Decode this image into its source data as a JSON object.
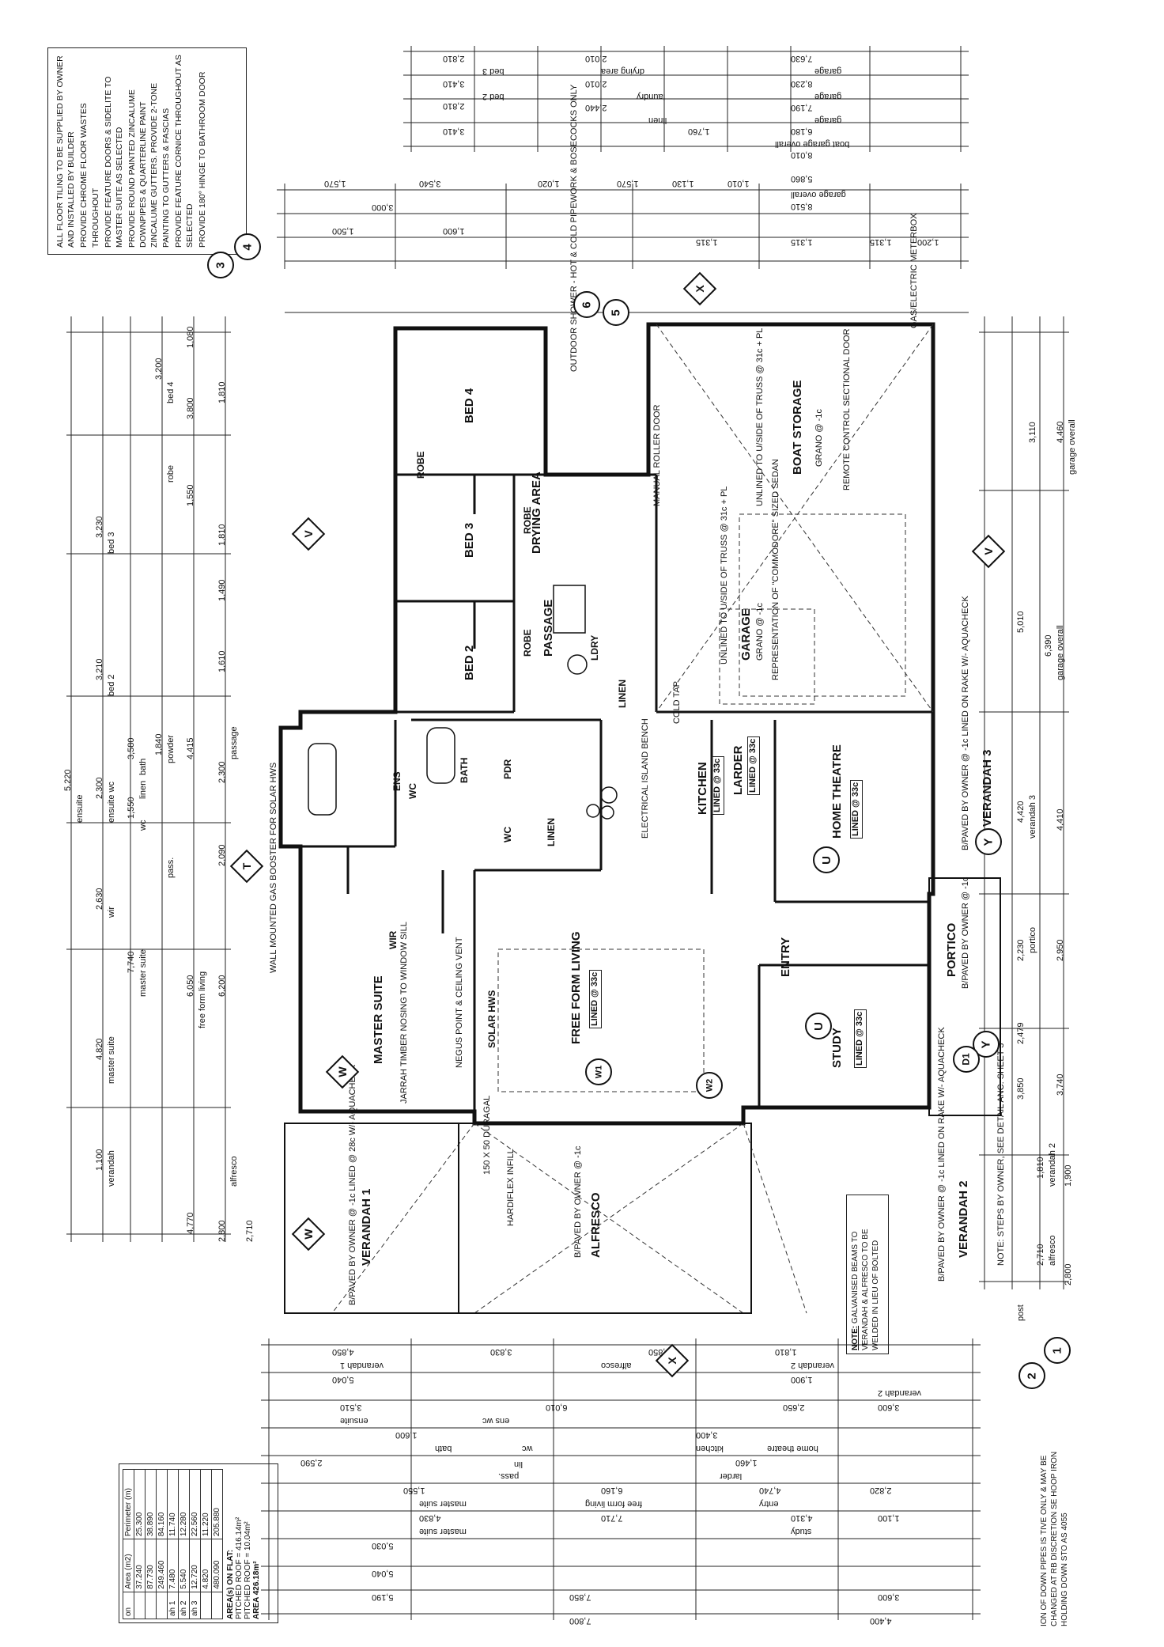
{
  "notes": [
    "ALL FLOOR TILING TO BE SUPPLIED BY OWNER AND INSTALLED BY BUILDER",
    "PROVIDE CHROME FLOOR WASTES THROUGHOUT",
    "PROVIDE FEATURE DOORS & SIDELITE TO MASTER SUITE AS SELECTED",
    "PROVIDE ROUND PAINTED ZINCALUME DOWNPIPES & QUARTERLINE PAINT ZINCALUME GUTTERS. PROVIDE 2-TONE PAINTING TO GUTTERS & FASCIAS",
    "PROVIDE FEATURE CORNICE THROUGHOUT AS SELECTED",
    "PROVIDE 180° HINGE TO BATHROOM DOOR"
  ],
  "rooms": {
    "bed4": "BED 4",
    "bed3": "BED 3",
    "bed2": "BED 2",
    "robe": "ROBE",
    "drying": "DRYING AREA",
    "passage": "PASSAGE",
    "boat_storage": "BOAT STORAGE",
    "boat_storage_floor": "GRANO @ -1c",
    "garage": "GARAGE",
    "garage_floor": "GRANO @ -1c",
    "bath": "BATH",
    "pdr": "PDR",
    "ens": "ENS",
    "wc": "WC",
    "wir": "WIR",
    "linen": "LINEN",
    "kitchen": "KITCHEN",
    "kitchen_lined": "LINED @ 33c",
    "larder": "LARDER",
    "larder_lined": "LINED @ 33c",
    "home_theatre": "HOME THEATRE",
    "home_theatre_lined": "LINED @ 33c",
    "master_suite": "MASTER SUITE",
    "free_form_living": "FREE FORM LIVING",
    "free_form_lined": "LINED @ 33c",
    "entry": "ENTRY",
    "study": "STUDY",
    "study_lined": "LINED @ 33c",
    "portico": "PORTICO",
    "portico_sub": "B/PAVED BY OWNER @ -1c",
    "alfresco": "ALFRESCO",
    "alfresco_sub": "B/PAVED BY OWNER @ -1c",
    "verandah1": "VERANDAH 1",
    "verandah1_sub": "B/PAVED BY OWNER @ -1c LINED @ 28c W/- AQUACHECK",
    "verandah2": "VERANDAH 2",
    "verandah2_sub": "B/PAVED BY OWNER @ -1c LINED ON RAKE W/- AQUACHECK",
    "verandah3": "VERANDAH 3",
    "verandah3_sub": "B/PAVED BY OWNER @ -1c LINED ON RAKE W/- AQUACHECK",
    "laundry": "LDRY"
  },
  "annotations": {
    "roller_door": "MANUAL ROLLER DOOR",
    "sectional_door": "REMOTE CONTROL SECTIONAL DOOR",
    "unlined_boat": "UNLINED TO U/SIDE OF TRUSS @ 31c + PL",
    "unlined_garage": "UNLINED TO U/SIDE OF TRUSS @ 31c + PL",
    "commodore": "REPRESENTATION OF \"COMMODORE\" SIZED SEDAN",
    "meterbox": "GAS/ELECTRIC METERBOX",
    "hardiflex": "HARDIFLEX INFILL",
    "solar_hws": "SOLAR HWS",
    "wall_gas": "WALL MOUNTED GAS BOOSTER FOR SOLAR HWS",
    "negus_vent": "NEGUS POINT & CEILING VENT",
    "outdoor_shower": "OUTDOOR SHOWER - HOT & COLD PIPEWORK & BOSECOCKS ONLY",
    "island_bench": "ELECTRICAL ISLAND BENCH",
    "duragal": "150 X 50 DURAGAL",
    "jarrah": "JARRAH TIMBER NOSING TO WINDOW SILL",
    "cold_tap": "COLD TAP",
    "note_steps": "NOTE: STEPS BY OWNER, SEE DETAIL ANC. SHEET 3"
  },
  "galv_note": {
    "label": "NOTE:",
    "text": "GALVANISED BEAMS TO VERANDAH & ALFRESCO TO BE WELDED IN LIEU OF BOLTED"
  },
  "bottom_note": "ION OF DOWN PIPES IS TIVE ONLY & MAY BE CHANGED AT RB DISCRETION SE HOOP IRON HOLDING DOWN STO AS 4055",
  "area_table": {
    "header": [
      "on",
      "Area (m2)",
      "Perimeter (m)"
    ],
    "rows": [
      [
        "",
        "37.240",
        "25.300"
      ],
      [
        "",
        "87.730",
        "38.890"
      ],
      [
        "",
        "249.460",
        "84.160"
      ],
      [
        "ah 1",
        "7.480",
        "11.740"
      ],
      [
        "ah 2",
        "5.540",
        "12.280"
      ],
      [
        "ah 3",
        "12.720",
        "22.560"
      ],
      [
        "",
        "4.820",
        "11.220"
      ],
      [
        "",
        "480.090",
        "205.880"
      ]
    ],
    "roof_title": "AREA(s) ON FLAT:",
    "roof_lines": [
      "PITCHED ROOF = 416.14m²",
      "PITCHED ROOF = 10.04m²",
      "AREA 426.18m²"
    ]
  },
  "top_dims": [
    "2,810",
    "3,410",
    "2,810",
    "3,410",
    "bed 3",
    "bed 2",
    "2,010",
    "2,010",
    "2,440",
    "1,760",
    "7,630",
    "8,230",
    "7,190",
    "6,180",
    "8,010",
    "5,860",
    "8,510",
    "1,315",
    "1,315",
    "1,315",
    "1,200",
    "drying area",
    "laundry",
    "linen",
    "garage",
    "garage",
    "garage",
    "boat garage overall",
    "garage overall"
  ],
  "top_row2": [
    "1,570",
    "3,540",
    "1,020",
    "1,570",
    "1,130",
    "1,010",
    "3,000",
    "1,500",
    "1,600"
  ],
  "left_dims": [
    "3,200",
    "3,800",
    "3,230",
    "3,210",
    "1,840",
    "2,300",
    "1,550",
    "2,630",
    "4,820",
    "7,740",
    "6,050",
    "6,200",
    "1,100",
    "4,770",
    "2,800",
    "2,710",
    "5,220",
    "3,580",
    "1,080",
    "1,810",
    "1,550",
    "1,490",
    "1,810",
    "1,610",
    "2,300",
    "2,090",
    "4,415"
  ],
  "left_labels": [
    "bed 4",
    "robe",
    "bed 3",
    "bed 2",
    "powder",
    "ensuite wc",
    "wc",
    "wir",
    "master suite",
    "master suite",
    "free form living",
    "verandah",
    "alfresco",
    "passage",
    "linen",
    "pass.",
    "ensuite",
    "bath"
  ],
  "right_dims": [
    "3,110",
    "4,460",
    "5,010",
    "6,390",
    "4,420",
    "4,410",
    "2,230",
    "2,950",
    "2,479",
    "3,740",
    "3,850",
    "1,810",
    "1,900",
    "2,710",
    "2,800"
  ],
  "right_labels": [
    "garage overall",
    "garage overall",
    "verandah 3",
    "portico",
    "verandah 2",
    "alfresco",
    "post"
  ],
  "bottom_dims": [
    "4,850",
    "3,830",
    "3,850",
    "1,810",
    "5,040",
    "1,900",
    "3,600",
    "3,510",
    "2,650",
    "1,600",
    "2,590",
    "6,010",
    "3,400",
    "1,460",
    "1,550",
    "4,830",
    "7,710",
    "6,160",
    "4,740",
    "2,820",
    "5,030",
    "5,040",
    "4,310",
    "1,100",
    "7,850",
    "3,600",
    "7,800",
    "5,190",
    "4,400"
  ],
  "bottom_labels": [
    "verandah 1",
    "verandah 2",
    "alfresco",
    "ensuite",
    "bath",
    "ens wc",
    "pass.",
    "lin",
    "wc",
    "free form living",
    "home theatre",
    "kitchen",
    "larder",
    "entry",
    "study",
    "master suite",
    "master suite",
    "verandah 2"
  ],
  "markers": {
    "section_3": "3",
    "section_4": "4",
    "section_6": "6",
    "section_5": "5",
    "section_1": "1",
    "section_2": "2",
    "v_top": "V",
    "v_right": "V",
    "x_top": "X",
    "x_bottom": "X",
    "w_left": "W",
    "w_mid": "W",
    "t": "T",
    "u1": "U",
    "u2": "U",
    "y1": "Y",
    "y2": "Y",
    "d1": "D1",
    "w1": "W1",
    "w2": "W2"
  }
}
